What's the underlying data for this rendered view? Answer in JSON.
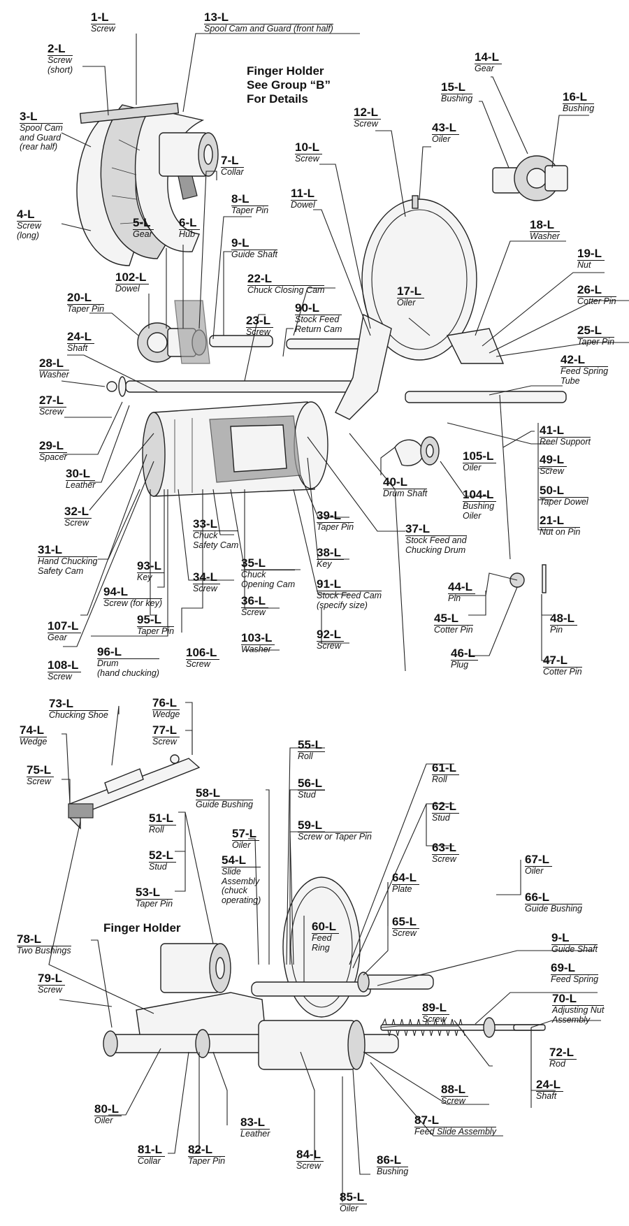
{
  "titles": {
    "finger_holder_top": "Finger Holder\nSee Group “B”\nFor Details",
    "finger_holder_bottom": "Finger Holder"
  },
  "parts": [
    {
      "num": "1-L",
      "name": "Screw"
    },
    {
      "num": "13-L",
      "name": "Spool Cam and Guard (front half)"
    },
    {
      "num": "2-L",
      "name": "Screw\n(short)"
    },
    {
      "num": "3-L",
      "name": "Spool Cam\nand Guard\n(rear half)"
    },
    {
      "num": "4-L",
      "name": "Screw\n(long)"
    },
    {
      "num": "5-L",
      "name": "Gear"
    },
    {
      "num": "6-L",
      "name": "Hub"
    },
    {
      "num": "7-L",
      "name": "Collar"
    },
    {
      "num": "8-L",
      "name": "Taper Pin"
    },
    {
      "num": "9-L",
      "name": "Guide Shaft"
    },
    {
      "num": "10-L",
      "name": "Screw"
    },
    {
      "num": "11-L",
      "name": "Dowel"
    },
    {
      "num": "12-L",
      "name": "Screw"
    },
    {
      "num": "43-L",
      "name": "Oiler"
    },
    {
      "num": "14-L",
      "name": "Gear"
    },
    {
      "num": "15-L",
      "name": "Bushing"
    },
    {
      "num": "16-L",
      "name": "Bushing"
    },
    {
      "num": "18-L",
      "name": "Washer"
    },
    {
      "num": "19-L",
      "name": "Nut"
    },
    {
      "num": "26-L",
      "name": "Cotter Pin"
    },
    {
      "num": "25-L",
      "name": "Taper Pin"
    },
    {
      "num": "42-L",
      "name": "Feed Spring\nTube"
    },
    {
      "num": "102-L",
      "name": "Dowel"
    },
    {
      "num": "22-L",
      "name": "Chuck Closing Cam"
    },
    {
      "num": "90-L",
      "name": "Stock Feed\nReturn Cam"
    },
    {
      "num": "23-L",
      "name": "Screw"
    },
    {
      "num": "17-L",
      "name": "Oiler"
    },
    {
      "num": "20-L",
      "name": "Taper Pin"
    },
    {
      "num": "24-L",
      "name": "Shaft"
    },
    {
      "num": "28-L",
      "name": "Washer"
    },
    {
      "num": "27-L",
      "name": "Screw"
    },
    {
      "num": "29-L",
      "name": "Spacer"
    },
    {
      "num": "30-L",
      "name": "Leather"
    },
    {
      "num": "41-L",
      "name": "Reel Support"
    },
    {
      "num": "105-L",
      "name": "Oiler"
    },
    {
      "num": "49-L",
      "name": "Screw"
    },
    {
      "num": "50-L",
      "name": "Taper Dowel"
    },
    {
      "num": "21-L",
      "name": "Nut on Pin"
    },
    {
      "num": "40-L",
      "name": "Drum Shaft"
    },
    {
      "num": "104-L",
      "name": "Bushing\nOiler"
    },
    {
      "num": "32-L",
      "name": "Screw"
    },
    {
      "num": "31-L",
      "name": "Hand Chucking\nSafety Cam"
    },
    {
      "num": "33-L",
      "name": "Chuck\nSafety Cam"
    },
    {
      "num": "39-L",
      "name": "Taper Pin"
    },
    {
      "num": "37-L",
      "name": "Stock Feed and\nChucking Drum"
    },
    {
      "num": "38-L",
      "name": "Key"
    },
    {
      "num": "93-L",
      "name": "Key"
    },
    {
      "num": "34-L",
      "name": "Screw"
    },
    {
      "num": "35-L",
      "name": "Chuck\nOpening Cam"
    },
    {
      "num": "91-L",
      "name": "Stock Feed Cam\n(specify size)"
    },
    {
      "num": "94-L",
      "name": "Screw (for key)"
    },
    {
      "num": "36-L",
      "name": "Screw"
    },
    {
      "num": "95-L",
      "name": "Taper Pin"
    },
    {
      "num": "103-L",
      "name": "Washer"
    },
    {
      "num": "92-L",
      "name": "Screw"
    },
    {
      "num": "107-L",
      "name": "Gear"
    },
    {
      "num": "96-L",
      "name": "Drum\n(hand chucking)"
    },
    {
      "num": "106-L",
      "name": "Screw"
    },
    {
      "num": "108-L",
      "name": "Screw"
    },
    {
      "num": "44-L",
      "name": "Pin"
    },
    {
      "num": "45-L",
      "name": "Cotter Pin"
    },
    {
      "num": "48-L",
      "name": "Pin"
    },
    {
      "num": "46-L",
      "name": "Plug"
    },
    {
      "num": "47-L",
      "name": "Cotter Pin"
    },
    {
      "num": "73-L",
      "name": "Chucking Shoe"
    },
    {
      "num": "76-L",
      "name": "Wedge"
    },
    {
      "num": "74-L",
      "name": "Wedge"
    },
    {
      "num": "77-L",
      "name": "Screw"
    },
    {
      "num": "75-L",
      "name": "Screw"
    },
    {
      "num": "55-L",
      "name": "Roll"
    },
    {
      "num": "61-L",
      "name": "Roll"
    },
    {
      "num": "56-L",
      "name": "Stud"
    },
    {
      "num": "62-L",
      "name": "Stud"
    },
    {
      "num": "58-L",
      "name": "Guide Bushing"
    },
    {
      "num": "59-L",
      "name": "Screw or Taper Pin"
    },
    {
      "num": "63-L",
      "name": "Screw"
    },
    {
      "num": "51-L",
      "name": "Roll"
    },
    {
      "num": "57-L",
      "name": "Oiler"
    },
    {
      "num": "54-L",
      "name": "Slide\nAssembly\n(chuck\noperating)"
    },
    {
      "num": "52-L",
      "name": "Stud"
    },
    {
      "num": "67-L",
      "name": "Oiler"
    },
    {
      "num": "64-L",
      "name": "Plate"
    },
    {
      "num": "66-L",
      "name": "Guide Bushing"
    },
    {
      "num": "53-L",
      "name": "Taper Pin"
    },
    {
      "num": "65-L",
      "name": "Screw"
    },
    {
      "num": "60-L",
      "name": "Feed\nRing"
    },
    {
      "num": "9-L",
      "name": "Guide Shaft"
    },
    {
      "num": "78-L",
      "name": "Two Bushings"
    },
    {
      "num": "69-L",
      "name": "Feed Spring"
    },
    {
      "num": "79-L",
      "name": "Screw"
    },
    {
      "num": "70-L",
      "name": "Adjusting Nut\nAssembly"
    },
    {
      "num": "89-L",
      "name": "Screw"
    },
    {
      "num": "72-L",
      "name": "Rod"
    },
    {
      "num": "24-L",
      "name": "Shaft"
    },
    {
      "num": "88-L",
      "name": "Screw"
    },
    {
      "num": "80-L",
      "name": "Oiler"
    },
    {
      "num": "83-L",
      "name": "Leather"
    },
    {
      "num": "87-L",
      "name": "Feed Slide Assembly"
    },
    {
      "num": "81-L",
      "name": "Collar"
    },
    {
      "num": "82-L",
      "name": "Taper Pin"
    },
    {
      "num": "84-L",
      "name": "Screw"
    },
    {
      "num": "86-L",
      "name": "Bushing"
    },
    {
      "num": "85-L",
      "name": "Oiler"
    }
  ]
}
